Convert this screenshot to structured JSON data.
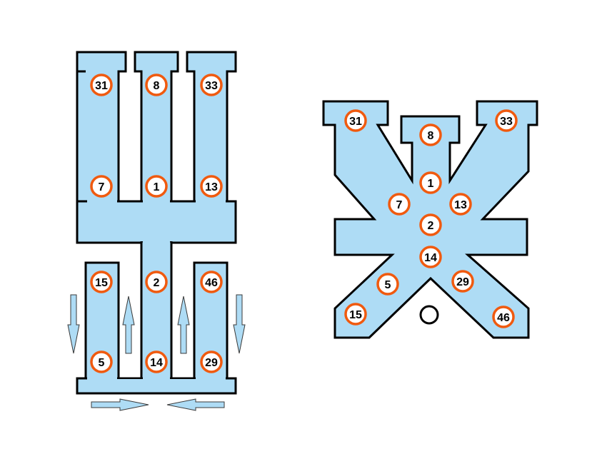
{
  "left_diagram": {
    "node_labels": {
      "n31": "31",
      "n8": "8",
      "n33": "33",
      "n7": "7",
      "n1": "1",
      "n13": "13",
      "n15": "15",
      "n2": "2",
      "n46": "46",
      "n5": "5",
      "n14": "14",
      "n29": "29"
    }
  },
  "right_diagram": {
    "node_labels": {
      "n31": "31",
      "n8": "8",
      "n33": "33",
      "n1": "1",
      "n7": "7",
      "n13": "13",
      "n2": "2",
      "n14": "14",
      "n5": "5",
      "n29": "29",
      "n15": "15",
      "n46": "46"
    }
  },
  "colors": {
    "fill": "#aedcf5",
    "outline": "#000000",
    "node_ring": "#f05a0f"
  }
}
